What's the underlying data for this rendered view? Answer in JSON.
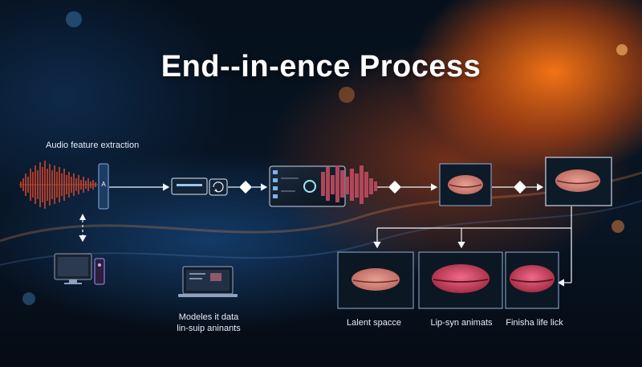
{
  "title": "End--in-ence Process",
  "labels": {
    "audio": "Audio feature extraction",
    "models_line1": "Modeles it data",
    "models_line2": "lin-suip aninants",
    "latent": "Lalent spacce",
    "lipsync": "Lip-syn animats",
    "finish": "Finisha life lick"
  }
}
